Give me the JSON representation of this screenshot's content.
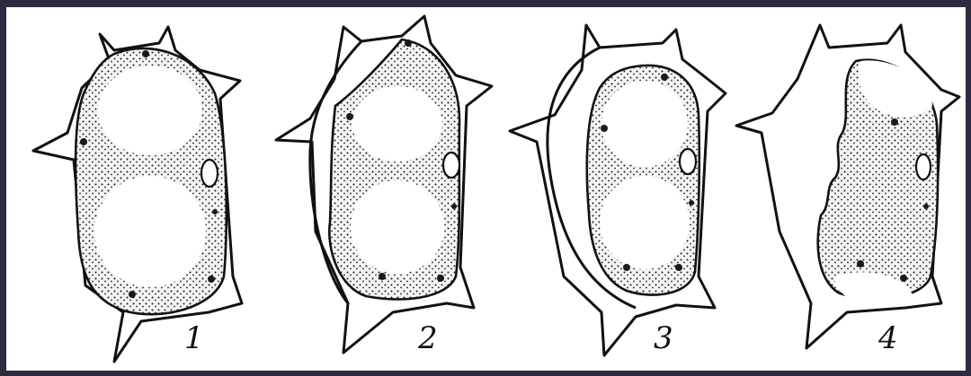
{
  "figure": {
    "panels": [
      {
        "id": "cell-1",
        "label": "1"
      },
      {
        "id": "cell-2",
        "label": "2"
      },
      {
        "id": "cell-3",
        "label": "3"
      },
      {
        "id": "cell-4",
        "label": "4"
      }
    ]
  },
  "colors": {
    "background": "#2d2b3f",
    "paper": "#ffffff",
    "ink": "#111111"
  }
}
